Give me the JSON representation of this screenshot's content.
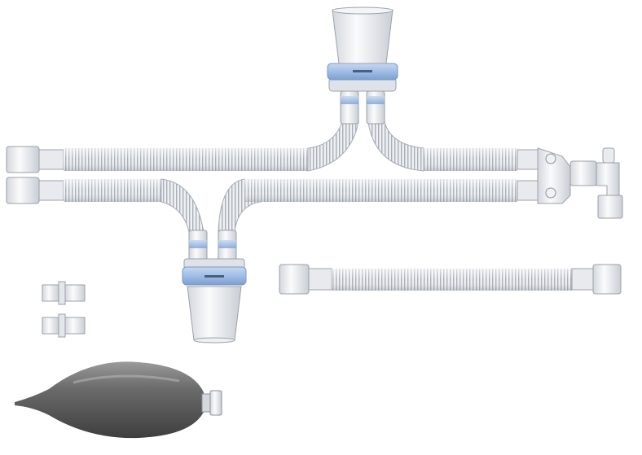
{
  "colors": {
    "tube": "#e4e7ec",
    "tube_shadow": "#a9afb8",
    "band_blue": "#a9c3e6",
    "bag": "#5e5e5e"
  },
  "icons": [
    "breathing-circuit-tubes",
    "filter-cup",
    "elbow-connector",
    "spare-hose",
    "adapter-connector",
    "reservoir-bag"
  ]
}
